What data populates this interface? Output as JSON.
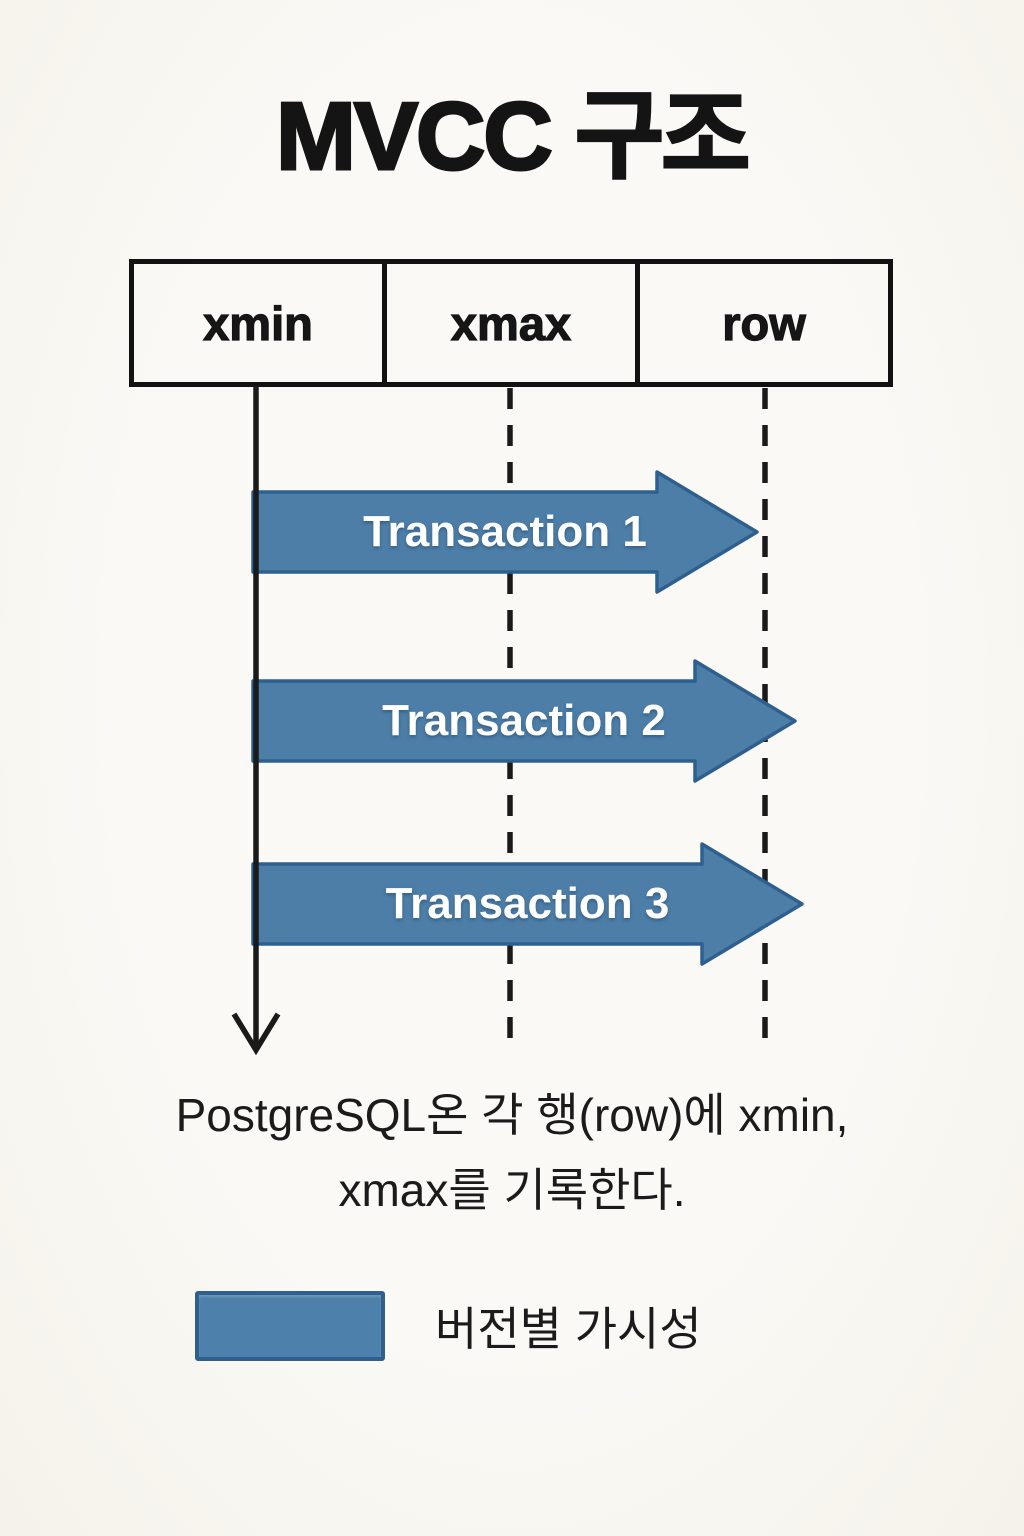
{
  "title": "MVCC 구조",
  "table": {
    "columns": [
      {
        "label": "xmin"
      },
      {
        "label": "xmax"
      },
      {
        "label": "row"
      }
    ]
  },
  "lifelines": [
    {
      "name": "xmin-lifeline",
      "style": "solid",
      "has_arrowhead": true
    },
    {
      "name": "xmax-lifeline",
      "style": "dashed",
      "has_arrowhead": false
    },
    {
      "name": "row-lifeline",
      "style": "dashed",
      "has_arrowhead": false
    }
  ],
  "arrows": [
    {
      "label": "Transaction 1"
    },
    {
      "label": "Transaction 2"
    },
    {
      "label": "Transaction 3"
    }
  ],
  "caption": {
    "line1": "PostgreSQL온 각 행(row)에 xmin,",
    "line2": "xmax를 기록한다."
  },
  "legend": {
    "label": "버전별 가시성"
  },
  "colors": {
    "background": "#faf8f4",
    "arrow_fill": "#4d7ea7",
    "arrow_border": "#2d608f",
    "line": "#1a1a1a",
    "text": "#161616",
    "arrow_text": "#ffffff"
  }
}
